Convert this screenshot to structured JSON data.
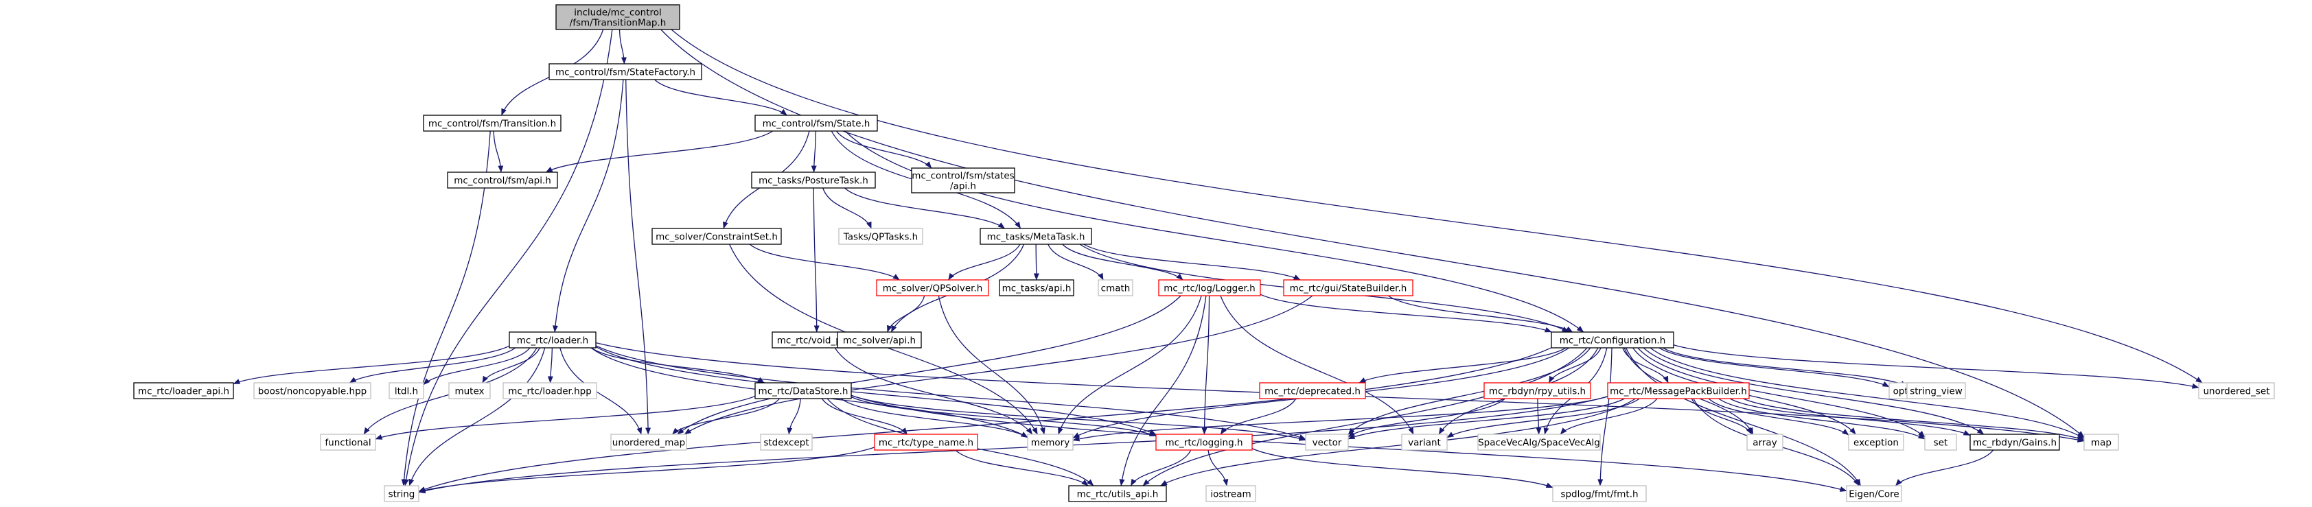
{
  "colors": {
    "edge": "#191970",
    "root_fill": "#bfbfbf",
    "normal_stroke": "#000000",
    "red_stroke": "#ff0000",
    "gray_stroke": "#bfbfbf",
    "text": "#000000"
  },
  "nodes": [
    {
      "id": "root",
      "lines": [
        "include/mc_control",
        "/fsm/TransitionMap.h"
      ],
      "style": "root"
    },
    {
      "id": "statefactory",
      "lines": [
        "mc_control/fsm/StateFactory.h"
      ],
      "style": "normal"
    },
    {
      "id": "transition",
      "lines": [
        "mc_control/fsm/Transition.h"
      ],
      "style": "normal"
    },
    {
      "id": "state",
      "lines": [
        "mc_control/fsm/State.h"
      ],
      "style": "normal"
    },
    {
      "id": "fsmapi",
      "lines": [
        "mc_control/fsm/api.h"
      ],
      "style": "normal"
    },
    {
      "id": "posturetask",
      "lines": [
        "mc_tasks/PostureTask.h"
      ],
      "style": "normal"
    },
    {
      "id": "statesapi",
      "lines": [
        "mc_control/fsm/states",
        "/api.h"
      ],
      "style": "normal"
    },
    {
      "id": "qptasks",
      "lines": [
        "Tasks/QPTasks.h"
      ],
      "style": "gray"
    },
    {
      "id": "constraintset",
      "lines": [
        "mc_solver/ConstraintSet.h"
      ],
      "style": "normal"
    },
    {
      "id": "metatask",
      "lines": [
        "mc_tasks/MetaTask.h"
      ],
      "style": "normal"
    },
    {
      "id": "qpsolver",
      "lines": [
        "mc_solver/QPSolver.h"
      ],
      "style": "red"
    },
    {
      "id": "taskapi",
      "lines": [
        "mc_tasks/api.h"
      ],
      "style": "normal"
    },
    {
      "id": "cmath",
      "lines": [
        "cmath"
      ],
      "style": "gray"
    },
    {
      "id": "logger",
      "lines": [
        "mc_rtc/log/Logger.h"
      ],
      "style": "red"
    },
    {
      "id": "statebuilder",
      "lines": [
        "mc_rtc/gui/StateBuilder.h"
      ],
      "style": "red"
    },
    {
      "id": "voidptr",
      "lines": [
        "mc_rtc/void_ptr.h"
      ],
      "style": "normal"
    },
    {
      "id": "solverapi",
      "lines": [
        "mc_solver/api.h"
      ],
      "style": "normal"
    },
    {
      "id": "configuration",
      "lines": [
        "mc_rtc/Configuration.h"
      ],
      "style": "normal"
    },
    {
      "id": "loader",
      "lines": [
        "mc_rtc/loader.h"
      ],
      "style": "normal"
    },
    {
      "id": "loaderapi",
      "lines": [
        "mc_rtc/loader_api.h"
      ],
      "style": "normal"
    },
    {
      "id": "noncopyable",
      "lines": [
        "boost/noncopyable.hpp"
      ],
      "style": "gray"
    },
    {
      "id": "ltdl",
      "lines": [
        "ltdl.h"
      ],
      "style": "gray"
    },
    {
      "id": "mutex",
      "lines": [
        "mutex"
      ],
      "style": "gray"
    },
    {
      "id": "loaderhpp",
      "lines": [
        "mc_rtc/loader.hpp"
      ],
      "style": "gray"
    },
    {
      "id": "datastore",
      "lines": [
        "mc_rtc/DataStore.h"
      ],
      "style": "normal"
    },
    {
      "id": "deprecated",
      "lines": [
        "mc_rtc/deprecated.h"
      ],
      "style": "red"
    },
    {
      "id": "rpyutils",
      "lines": [
        "mc_rbdyn/rpy_utils.h"
      ],
      "style": "red"
    },
    {
      "id": "msgpack",
      "lines": [
        "mc_rtc/MessagePackBuilder.h"
      ],
      "style": "red"
    },
    {
      "id": "optional",
      "lines": [
        "optional"
      ],
      "style": "gray"
    },
    {
      "id": "stringview",
      "lines": [
        "string_view"
      ],
      "style": "gray"
    },
    {
      "id": "unorderedset",
      "lines": [
        "unordered_set"
      ],
      "style": "gray"
    },
    {
      "id": "functional",
      "lines": [
        "functional"
      ],
      "style": "gray"
    },
    {
      "id": "unorderedmap",
      "lines": [
        "unordered_map"
      ],
      "style": "gray"
    },
    {
      "id": "stdexcept",
      "lines": [
        "stdexcept"
      ],
      "style": "gray"
    },
    {
      "id": "memory",
      "lines": [
        "memory"
      ],
      "style": "gray"
    },
    {
      "id": "vector",
      "lines": [
        "vector"
      ],
      "style": "gray"
    },
    {
      "id": "variant",
      "lines": [
        "variant"
      ],
      "style": "gray"
    },
    {
      "id": "spacevec",
      "lines": [
        "SpaceVecAlg/SpaceVecAlg"
      ],
      "style": "gray"
    },
    {
      "id": "array",
      "lines": [
        "array"
      ],
      "style": "gray"
    },
    {
      "id": "exception",
      "lines": [
        "exception"
      ],
      "style": "gray"
    },
    {
      "id": "set",
      "lines": [
        "set"
      ],
      "style": "gray"
    },
    {
      "id": "gains",
      "lines": [
        "mc_rbdyn/Gains.h"
      ],
      "style": "normal"
    },
    {
      "id": "map",
      "lines": [
        "map"
      ],
      "style": "gray"
    },
    {
      "id": "typename",
      "lines": [
        "mc_rtc/type_name.h"
      ],
      "style": "red"
    },
    {
      "id": "logging",
      "lines": [
        "mc_rtc/logging.h"
      ],
      "style": "red"
    },
    {
      "id": "string",
      "lines": [
        "string"
      ],
      "style": "gray"
    },
    {
      "id": "utilsapi",
      "lines": [
        "mc_rtc/utils_api.h"
      ],
      "style": "normal"
    },
    {
      "id": "iostream",
      "lines": [
        "iostream"
      ],
      "style": "gray"
    },
    {
      "id": "fmt",
      "lines": [
        "spdlog/fmt/fmt.h"
      ],
      "style": "gray"
    },
    {
      "id": "eigen",
      "lines": [
        "Eigen/Core"
      ],
      "style": "gray"
    }
  ],
  "edges": [
    [
      "root",
      "statefactory"
    ],
    [
      "root",
      "transition"
    ],
    [
      "root",
      "string"
    ],
    [
      "root",
      "unorderedset"
    ],
    [
      "root",
      "map"
    ],
    [
      "statefactory",
      "state"
    ],
    [
      "statefactory",
      "loader"
    ],
    [
      "statefactory",
      "unorderedmap"
    ],
    [
      "transition",
      "fsmapi"
    ],
    [
      "transition",
      "string"
    ],
    [
      "state",
      "fsmapi"
    ],
    [
      "state",
      "posturetask"
    ],
    [
      "state",
      "statesapi"
    ],
    [
      "state",
      "constraintset"
    ],
    [
      "state",
      "metatask"
    ],
    [
      "state",
      "configuration"
    ],
    [
      "posturetask",
      "qptasks"
    ],
    [
      "posturetask",
      "metatask"
    ],
    [
      "posturetask",
      "voidptr"
    ],
    [
      "constraintset",
      "qpsolver"
    ],
    [
      "constraintset",
      "memory"
    ],
    [
      "metatask",
      "qpsolver"
    ],
    [
      "metatask",
      "taskapi"
    ],
    [
      "metatask",
      "cmath"
    ],
    [
      "metatask",
      "logger"
    ],
    [
      "metatask",
      "statebuilder"
    ],
    [
      "metatask",
      "configuration"
    ],
    [
      "metatask",
      "solverapi"
    ],
    [
      "qpsolver",
      "solverapi"
    ],
    [
      "qpsolver",
      "memory"
    ],
    [
      "logger",
      "configuration"
    ],
    [
      "logger",
      "memory"
    ],
    [
      "logger",
      "logging"
    ],
    [
      "logger",
      "utilsapi"
    ],
    [
      "logger",
      "unorderedmap"
    ],
    [
      "logger",
      "variant"
    ],
    [
      "statebuilder",
      "configuration"
    ],
    [
      "statebuilder",
      "unorderedmap"
    ],
    [
      "voidptr",
      "memory"
    ],
    [
      "loader",
      "loaderapi"
    ],
    [
      "loader",
      "noncopyable"
    ],
    [
      "loader",
      "ltdl"
    ],
    [
      "loader",
      "mutex"
    ],
    [
      "loader",
      "loaderhpp"
    ],
    [
      "loader",
      "datastore"
    ],
    [
      "loader",
      "functional"
    ],
    [
      "loader",
      "string"
    ],
    [
      "loader",
      "memory"
    ],
    [
      "loader",
      "vector"
    ],
    [
      "loader",
      "map"
    ],
    [
      "loader",
      "logging"
    ],
    [
      "loader",
      "unorderedmap"
    ],
    [
      "datastore",
      "functional"
    ],
    [
      "datastore",
      "unorderedmap"
    ],
    [
      "datastore",
      "stdexcept"
    ],
    [
      "datastore",
      "memory"
    ],
    [
      "datastore",
      "vector"
    ],
    [
      "datastore",
      "typename"
    ],
    [
      "datastore",
      "logging"
    ],
    [
      "datastore",
      "utilsapi"
    ],
    [
      "datastore",
      "eigen"
    ],
    [
      "configuration",
      "deprecated"
    ],
    [
      "configuration",
      "rpyutils"
    ],
    [
      "configuration",
      "msgpack"
    ],
    [
      "configuration",
      "optional"
    ],
    [
      "configuration",
      "stringview"
    ],
    [
      "configuration",
      "unorderedset"
    ],
    [
      "configuration",
      "memory"
    ],
    [
      "configuration",
      "vector"
    ],
    [
      "configuration",
      "variant"
    ],
    [
      "configuration",
      "spacevec"
    ],
    [
      "configuration",
      "array"
    ],
    [
      "configuration",
      "exception"
    ],
    [
      "configuration",
      "set"
    ],
    [
      "configuration",
      "gains"
    ],
    [
      "configuration",
      "map"
    ],
    [
      "configuration",
      "string"
    ],
    [
      "configuration",
      "utilsapi"
    ],
    [
      "configuration",
      "fmt"
    ],
    [
      "configuration",
      "eigen"
    ],
    [
      "deprecated",
      "logging"
    ],
    [
      "rpyutils",
      "spacevec"
    ],
    [
      "rpyutils",
      "vector"
    ],
    [
      "msgpack",
      "memory"
    ],
    [
      "msgpack",
      "vector"
    ],
    [
      "msgpack",
      "variant"
    ],
    [
      "msgpack",
      "spacevec"
    ],
    [
      "msgpack",
      "array"
    ],
    [
      "msgpack",
      "exception"
    ],
    [
      "msgpack",
      "set"
    ],
    [
      "msgpack",
      "map"
    ],
    [
      "msgpack",
      "string"
    ],
    [
      "msgpack",
      "utilsapi"
    ],
    [
      "msgpack",
      "eigen"
    ],
    [
      "msgpack",
      "gains"
    ],
    [
      "gains",
      "eigen"
    ],
    [
      "typename",
      "string"
    ],
    [
      "typename",
      "utilsapi"
    ],
    [
      "logging",
      "utilsapi"
    ],
    [
      "logging",
      "iostream"
    ],
    [
      "logging",
      "fmt"
    ]
  ]
}
